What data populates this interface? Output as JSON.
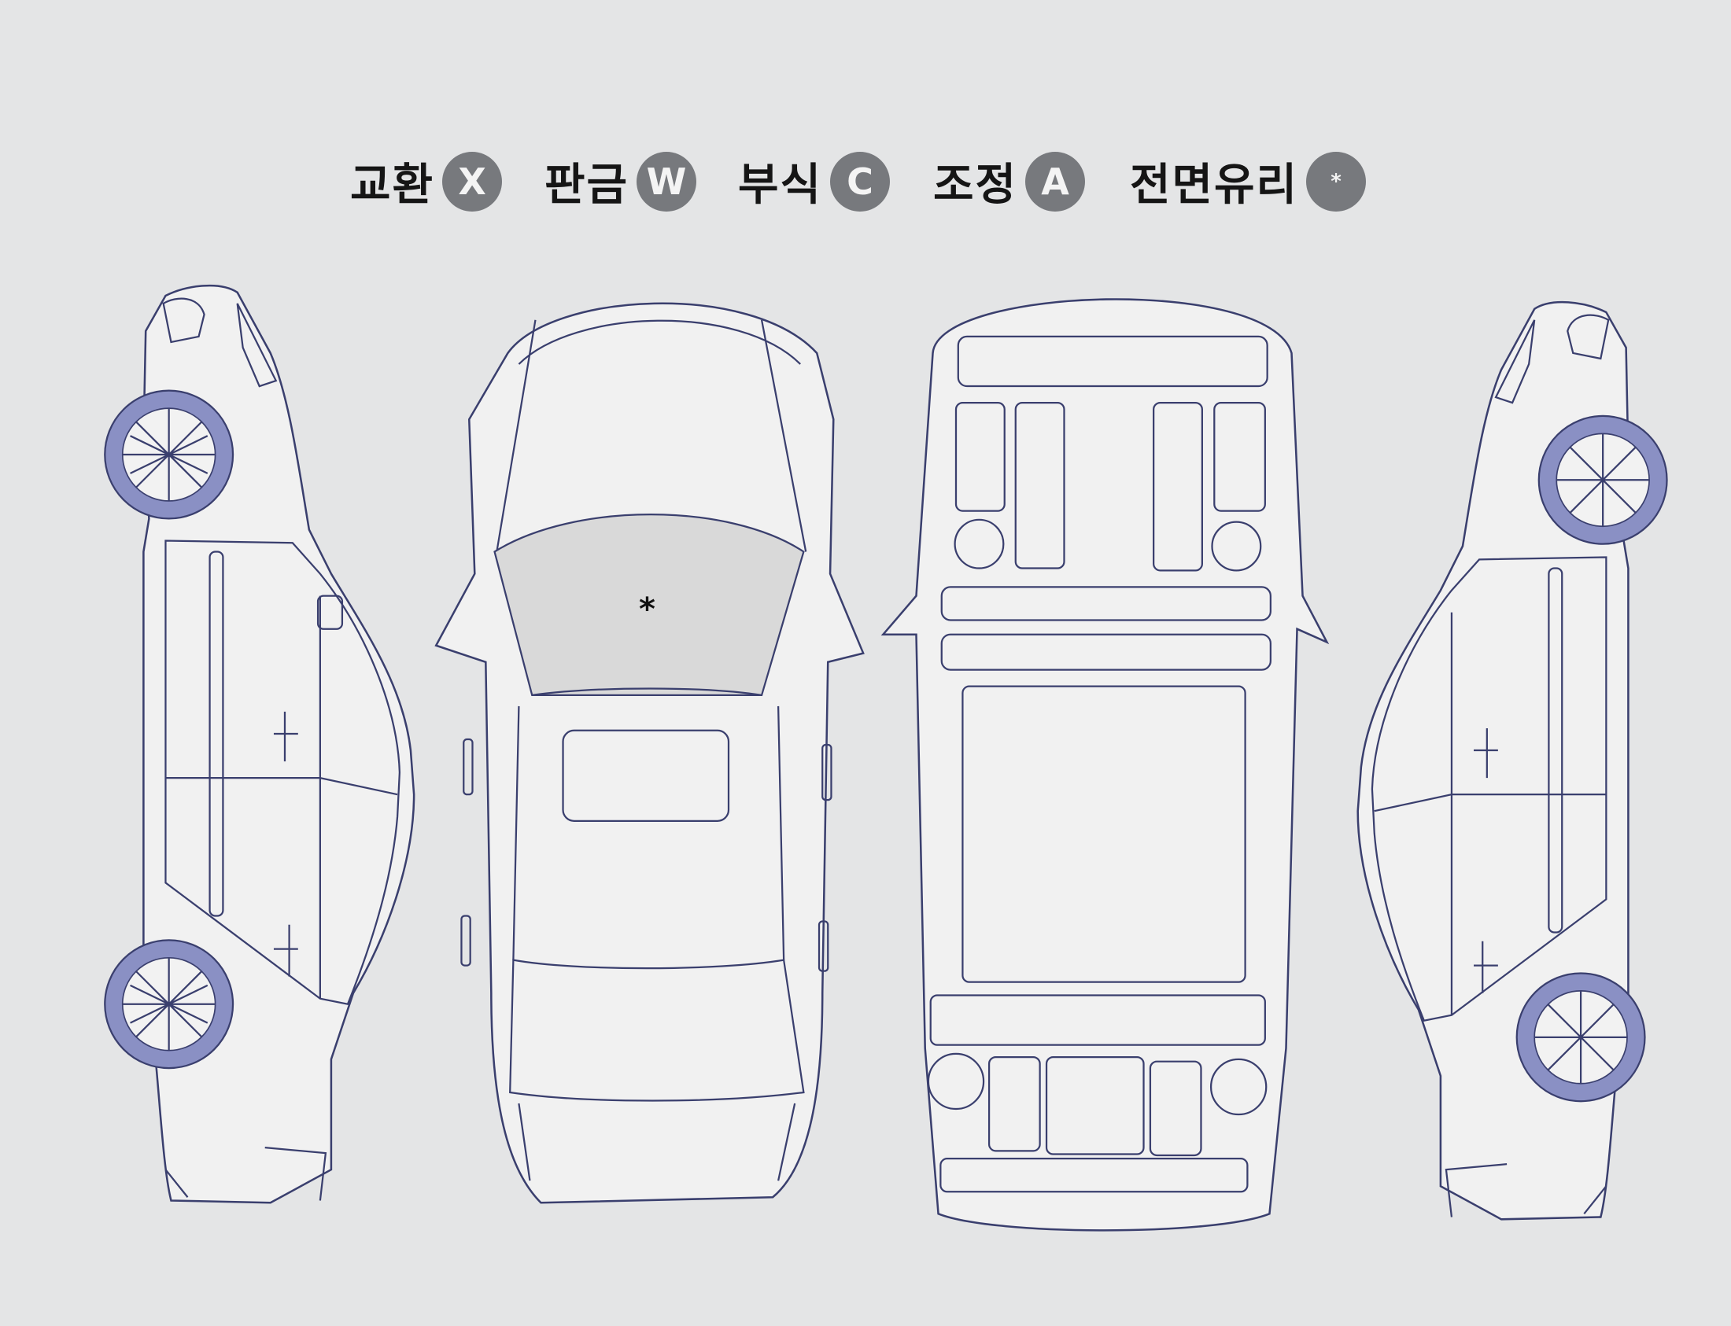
{
  "legend": [
    {
      "label": "교환",
      "symbol": "X"
    },
    {
      "label": "판금",
      "symbol": "W"
    },
    {
      "label": "부식",
      "symbol": "C"
    },
    {
      "label": "조정",
      "symbol": "A"
    },
    {
      "label": "전면유리",
      "symbol": "*"
    }
  ],
  "marks": {
    "windshield": "*"
  },
  "colors": {
    "line": "#3a3f6e",
    "wheel": "#8a90c4",
    "badge": "#77797d",
    "background": "#e4e5e6"
  }
}
